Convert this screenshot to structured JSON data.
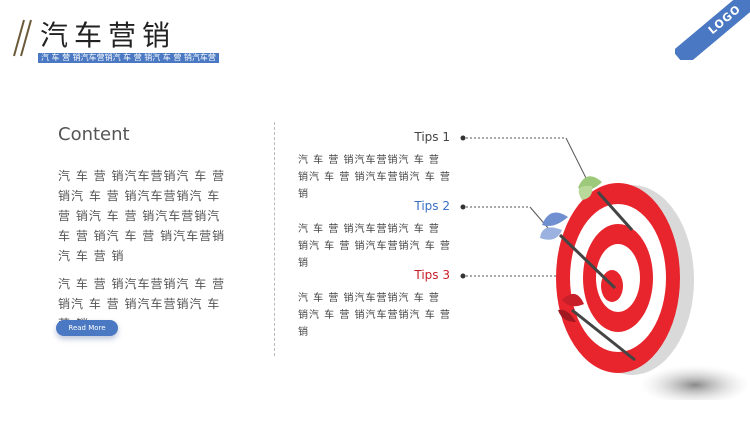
{
  "header": {
    "title": "汽车营销",
    "subtitle": "汽 车 营 销汽车营销汽 车 营 销汽 车 营 销汽车营",
    "logo": "LOGO"
  },
  "content": {
    "heading": "Content",
    "paragraph1": "汽 车 营 销汽车营销汽 车 营 销汽 车 营 销汽车营销汽 车 营 销汽 车 营 销汽车营销汽 车 营 销汽 车 营 销汽车营销汽 车 营 销",
    "paragraph2": "汽 车 营 销汽车营销汽 车 营 销汽 车 营 销汽车营销汽 车 营 销",
    "read_more": "Read More"
  },
  "tips": [
    {
      "label": "Tips 1",
      "color": "#444444",
      "text": "汽 车 营 销汽车营销汽 车 营 销汽 车 营 销汽车营销汽 车 营 销"
    },
    {
      "label": "Tips 2",
      "color": "#3a6fc4",
      "text": "汽 车 营 销汽车营销汽 车 营 销汽 车 营 销汽车营销汽 车 营 销"
    },
    {
      "label": "Tips 3",
      "color": "#c8202a",
      "text": "汽 车 营 销汽车营销汽 车 营 销汽 车 营 销汽车营销汽 车 营 销"
    }
  ],
  "colors": {
    "accent": "#4a78c2",
    "target_red": "#e8242c",
    "dart_green": "#9cc97a",
    "dart_blue": "#6f8fd0",
    "dart_red": "#c8202a"
  }
}
